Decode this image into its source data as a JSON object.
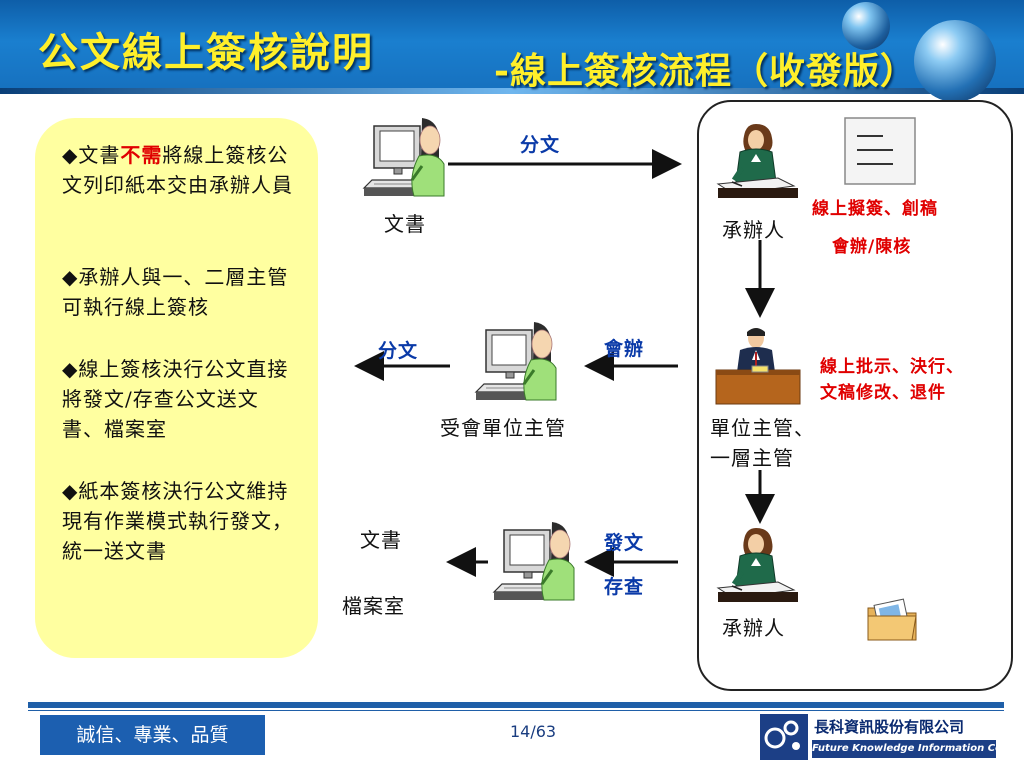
{
  "header": {
    "title": "公文線上簽核說明",
    "subtitle": "-線上簽核流程（收發版）"
  },
  "left_panel": {
    "bullets": [
      {
        "marker": "◆",
        "pre": "文書",
        "highlight": "不需",
        "post": "將線上簽核公文列印紙本交由承辦人員"
      },
      {
        "marker": "◆",
        "text": "承辦人與一、二層主管可執行線上簽核"
      },
      {
        "marker": "◆",
        "text": "線上簽核決行公文直接將發文/存查公文送文書、檔案室"
      },
      {
        "marker": "◆",
        "text": "紙本簽核決行公文維持現有作業模式執行發文，統一送文書"
      }
    ]
  },
  "diagram": {
    "nodes": {
      "clerk_top": "文書",
      "handler_top": "承辦人",
      "reviewer": "受會單位主管",
      "supervisor_line1": "單位主管、",
      "supervisor_line2": "一層主管",
      "clerk_bottom": "文書",
      "archive": "檔案室",
      "handler_bottom": "承辦人"
    },
    "edges": {
      "distribute_top": "分文",
      "distribute_mid": "分文",
      "countersign": "會辦",
      "dispatch": "發文",
      "file_record": "存查"
    },
    "notes": {
      "handler_line1": "線上擬簽、創稿",
      "handler_line2": "會辦/陳核",
      "supervisor_line1": "線上批示、決行、",
      "supervisor_line2": "文稿修改、退件"
    },
    "colors": {
      "edge_label": "#0a3aa8",
      "note": "#e00000",
      "panel": "#ffffa0"
    }
  },
  "footer": {
    "motto": "誠信、專業、品質",
    "page": "14/63",
    "company_zh": "長科資訊股份有限公司",
    "company_en": "Future Knowledge Information Co."
  }
}
